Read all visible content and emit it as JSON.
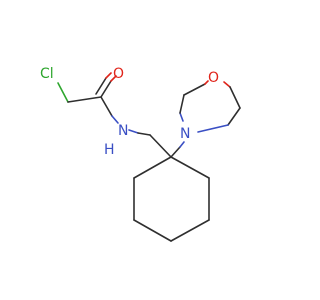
{
  "molecule": {
    "atoms": {
      "cl": "Cl",
      "o_carbonyl": "O",
      "n_amide": "N",
      "h_amide": "H",
      "n_morpholine": "N",
      "o_morpholine": "O"
    },
    "colors": {
      "bond": "#2f2f2f",
      "chlorine": "#2ea62e",
      "oxygen": "#e0241a",
      "nitrogen": "#3a4fc4"
    }
  }
}
